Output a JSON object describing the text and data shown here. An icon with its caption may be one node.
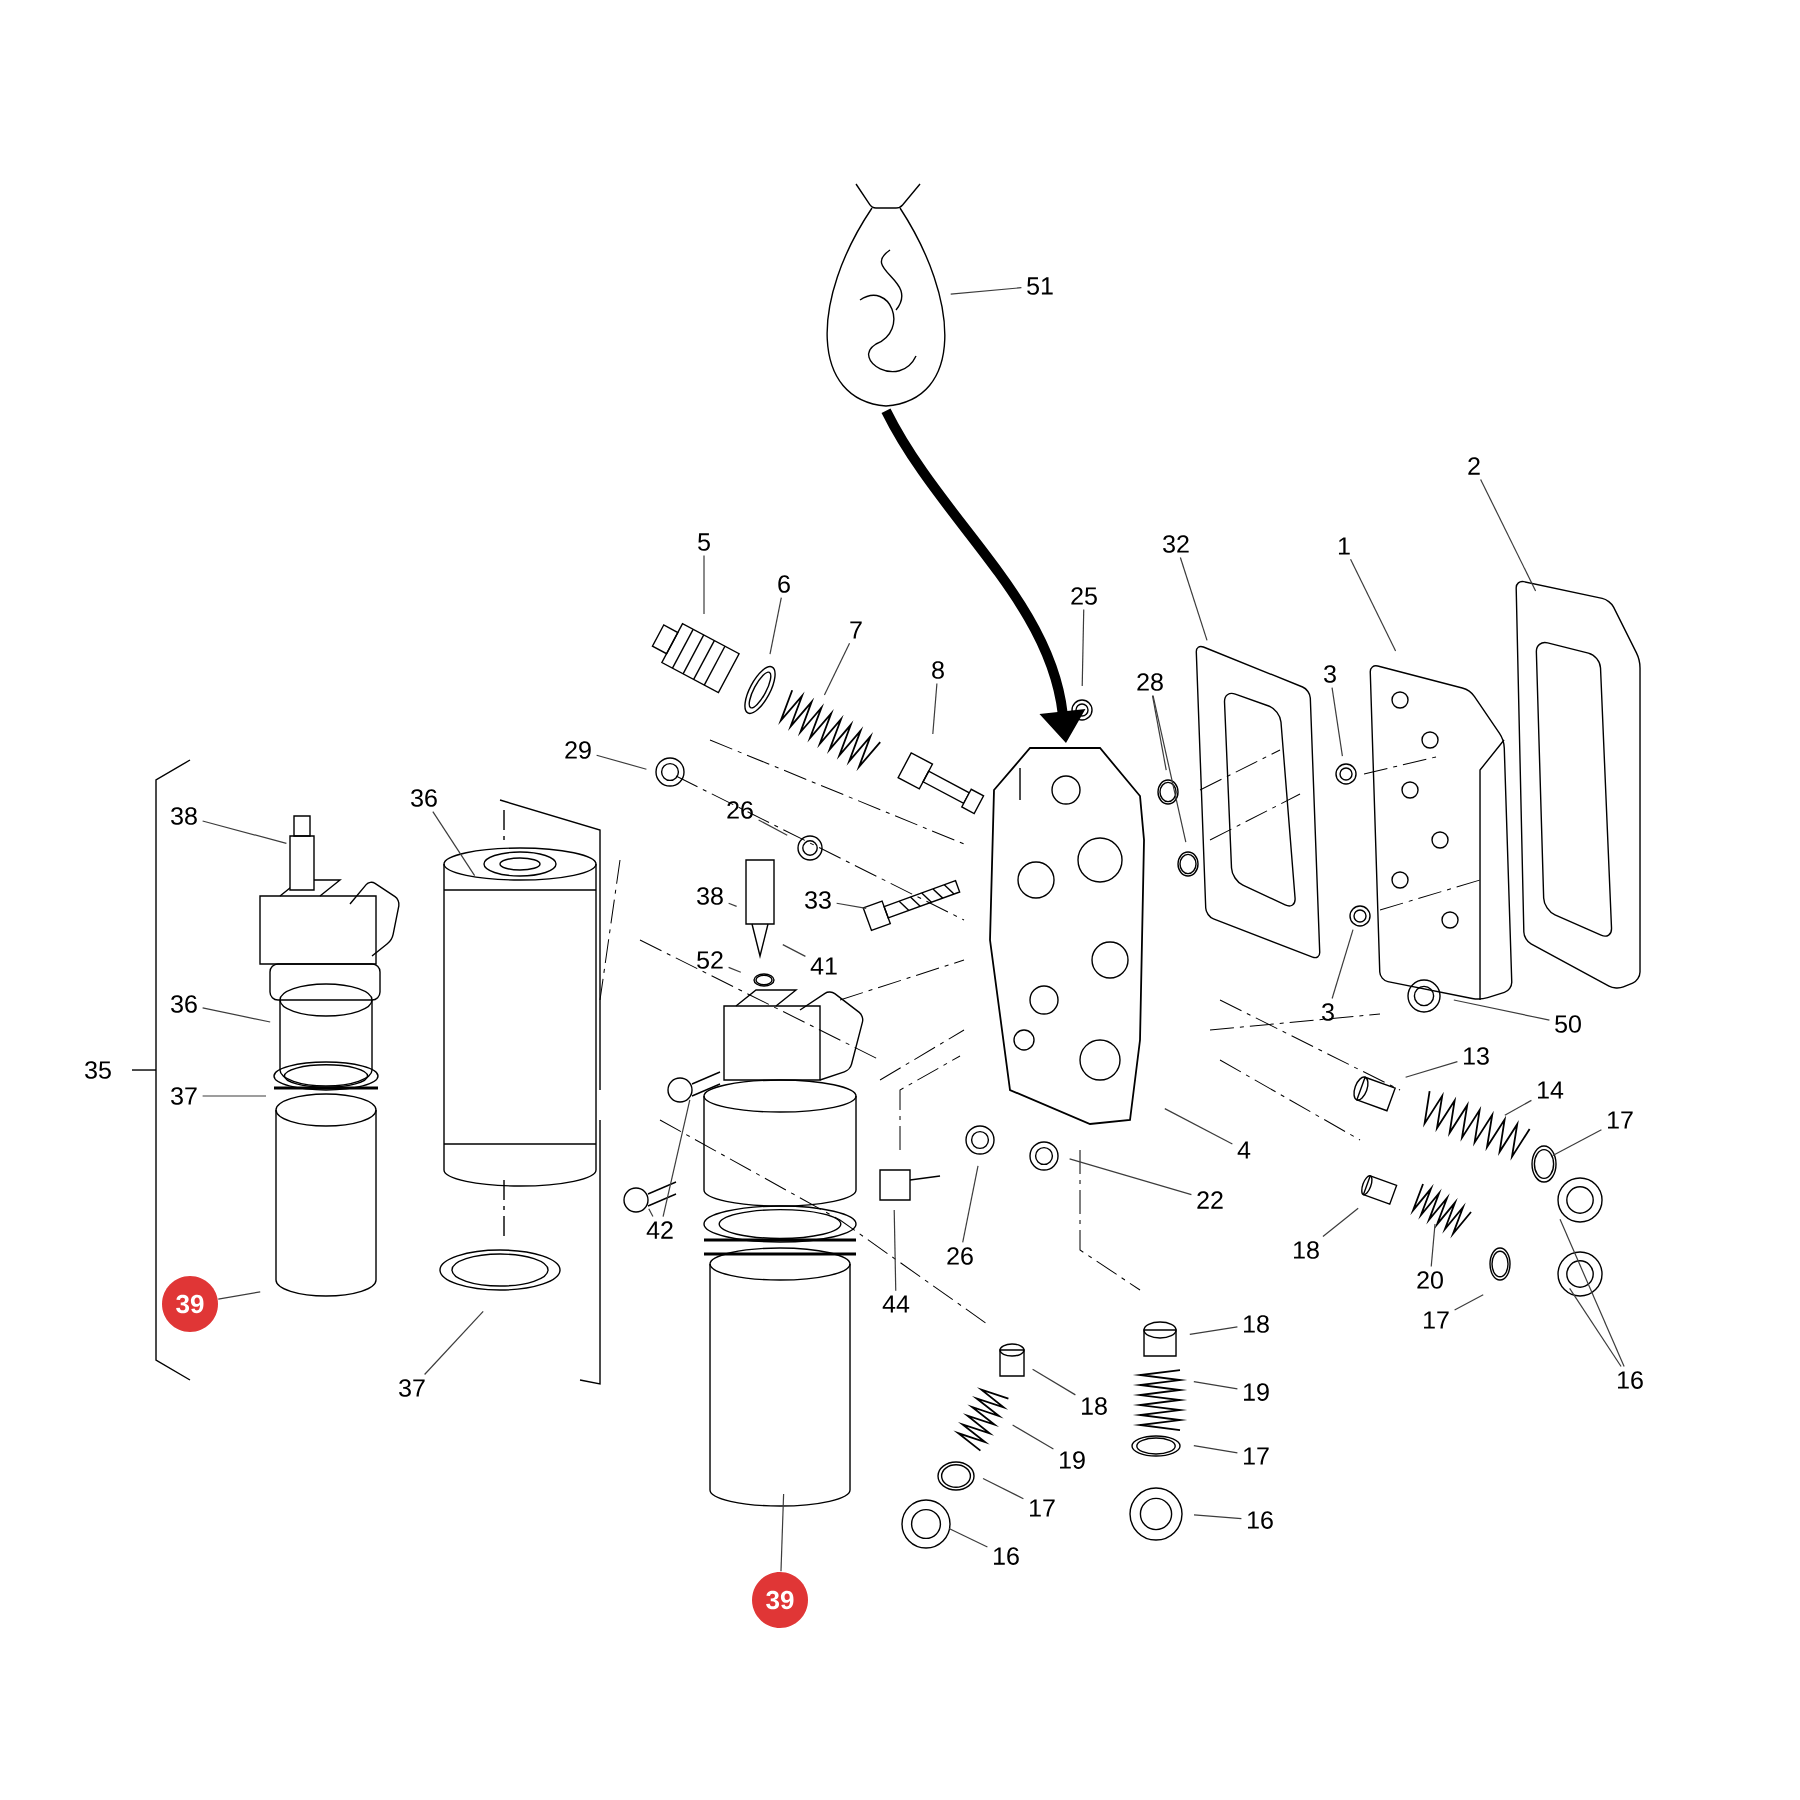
{
  "diagram": {
    "nodes": [
      {
        "text": [
          "51"
        ]
      },
      {
        "text": [],
        "shape": "picture"
      },
      {
        "text": [
          "2"
        ]
      },
      {
        "text": [
          "1"
        ]
      },
      {
        "text": [
          "32"
        ]
      },
      {
        "text": [
          "5"
        ]
      },
      {
        "text": [
          "6"
        ]
      },
      {
        "text": [
          "7"
        ]
      },
      {
        "text": [
          "8"
        ]
      },
      {
        "text": [
          "25"
        ]
      },
      {
        "text": [
          "28"
        ]
      },
      {
        "text": [
          "3"
        ]
      },
      {
        "text": [
          "29"
        ]
      },
      {
        "text": [
          "38"
        ]
      },
      {
        "text": [
          "36"
        ]
      },
      {
        "text": [
          "26"
        ]
      },
      {
        "text": [],
        "shape": "picture"
      },
      {
        "text": [
          "38"
        ]
      },
      {
        "text": [
          "33"
        ]
      },
      {
        "text": [
          "41"
        ]
      },
      {
        "text": [
          "52"
        ]
      },
      {
        "text": [
          "3"
        ]
      },
      {
        "text": [
          "50"
        ]
      },
      {
        "text": [
          "36"
        ]
      },
      {
        "text": [
          "13"
        ]
      },
      {
        "text": [
          "14"
        ]
      },
      {
        "text": [
          "37"
        ]
      },
      {
        "text": [
          "17"
        ]
      },
      {
        "text": [
          "4"
        ]
      },
      {
        "text": [
          "22"
        ]
      },
      {
        "text": [
          "42"
        ]
      },
      {
        "text": [
          "26"
        ]
      },
      {
        "text": [
          "18"
        ]
      },
      {
        "text": [
          "20"
        ]
      },
      {
        "text": [
          "39"
        ]
      },
      {
        "text": [
          "44"
        ]
      },
      {
        "text": [
          "17"
        ]
      },
      {
        "text": [
          "18"
        ]
      },
      {
        "text": [
          "16"
        ]
      },
      {
        "text": [
          "37"
        ]
      },
      {
        "text": [
          "19"
        ]
      },
      {
        "text": [
          "18"
        ]
      },
      {
        "text": [
          "17"
        ]
      },
      {
        "text": [
          "19"
        ]
      },
      {
        "text": [
          "17"
        ]
      },
      {
        "text": [
          "16"
        ]
      },
      {
        "text": [
          "16"
        ]
      },
      {
        "text": [
          "39"
        ]
      }
    ],
    "edges": [
      {
        "from": 0,
        "to": 1,
        "arrow": "none"
      },
      {
        "from": 1,
        "to": 16,
        "arrow": "to",
        "style": "thick"
      },
      {
        "from": 2,
        "to": null,
        "arrow": "none"
      },
      {
        "from": 3,
        "to": null,
        "arrow": "none"
      },
      {
        "from": 4,
        "to": null,
        "arrow": "none"
      },
      {
        "from": 5,
        "to": null,
        "arrow": "none"
      },
      {
        "from": 6,
        "to": null,
        "arrow": "none"
      },
      {
        "from": 7,
        "to": null,
        "arrow": "none"
      },
      {
        "from": 8,
        "to": null,
        "arrow": "none"
      },
      {
        "from": 9,
        "to": null,
        "arrow": "none"
      },
      {
        "from": 10,
        "to": null,
        "arrow": "none"
      },
      {
        "from": 10,
        "to": null,
        "arrow": "none"
      },
      {
        "from": 11,
        "to": null,
        "arrow": "none"
      },
      {
        "from": 12,
        "to": null,
        "arrow": "none"
      },
      {
        "from": 13,
        "to": null,
        "arrow": "none"
      },
      {
        "from": 14,
        "to": null,
        "arrow": "none"
      },
      {
        "from": 15,
        "to": null,
        "arrow": "none"
      },
      {
        "from": 17,
        "to": null,
        "arrow": "none"
      },
      {
        "from": 18,
        "to": null,
        "arrow": "none"
      },
      {
        "from": 19,
        "to": null,
        "arrow": "none"
      },
      {
        "from": 20,
        "to": null,
        "arrow": "none"
      },
      {
        "from": 21,
        "to": null,
        "arrow": "none"
      },
      {
        "from": 22,
        "to": null,
        "arrow": "none"
      },
      {
        "from": 23,
        "to": null,
        "arrow": "none"
      },
      {
        "from": 24,
        "to": null,
        "arrow": "none"
      },
      {
        "from": 25,
        "to": null,
        "arrow": "none"
      },
      {
        "from": 26,
        "to": null,
        "arrow": "none"
      },
      {
        "from": 27,
        "to": null,
        "arrow": "none"
      },
      {
        "from": 28,
        "to": null,
        "arrow": "none"
      },
      {
        "from": 29,
        "to": null,
        "arrow": "none"
      },
      {
        "from": 30,
        "to": null,
        "arrow": "none"
      },
      {
        "from": 30,
        "to": null,
        "arrow": "none"
      },
      {
        "from": 31,
        "to": null,
        "arrow": "none"
      },
      {
        "from": 32,
        "to": null,
        "arrow": "none"
      },
      {
        "from": 33,
        "to": null,
        "arrow": "none"
      },
      {
        "from": 34,
        "to": null,
        "arrow": "none"
      },
      {
        "from": 35,
        "to": null,
        "arrow": "none"
      },
      {
        "from": 36,
        "to": null,
        "arrow": "none"
      },
      {
        "from": 37,
        "to": null,
        "arrow": "none"
      },
      {
        "from": 38,
        "to": null,
        "arrow": "none"
      },
      {
        "from": 38,
        "to": null,
        "arrow": "none"
      },
      {
        "from": 39,
        "to": null,
        "arrow": "none"
      },
      {
        "from": 40,
        "to": null,
        "arrow": "none"
      },
      {
        "from": 41,
        "to": null,
        "arrow": "none"
      },
      {
        "from": 42,
        "to": null,
        "arrow": "none"
      },
      {
        "from": 43,
        "to": null,
        "arrow": "none"
      },
      {
        "from": 44,
        "to": null,
        "arrow": "none"
      },
      {
        "from": 45,
        "to": null,
        "arrow": "none"
      },
      {
        "from": 46,
        "to": null,
        "arrow": "none"
      },
      {
        "from": 47,
        "to": null,
        "arrow": "none"
      }
    ],
    "labels": [
      "35"
    ]
  }
}
